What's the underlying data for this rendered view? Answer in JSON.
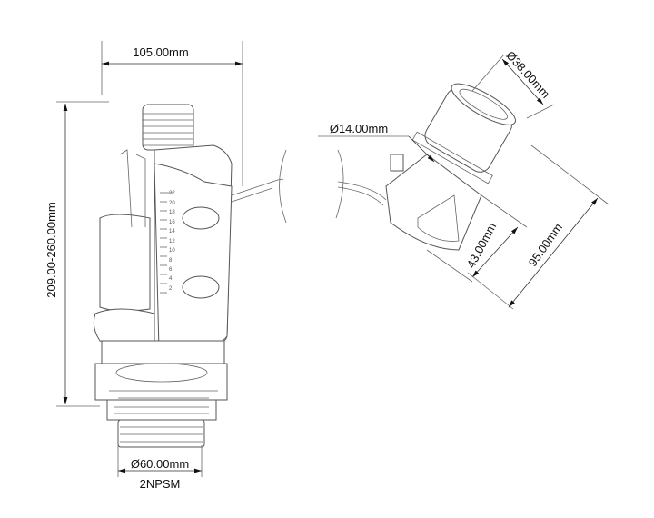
{
  "dimensions": {
    "width": "105.00mm",
    "height": "209.00-260.00mm",
    "base_diameter": "Ø60.00mm",
    "thread": "2NPSM",
    "cable_diameter": "Ø14.00mm",
    "button_diameter": "Ø38.00mm",
    "button_depth": "43.00mm",
    "button_length": "95.00mm"
  },
  "scale_marks": [
    "22",
    "20",
    "18",
    "16",
    "14",
    "12",
    "10",
    "8",
    "6",
    "4",
    "2"
  ]
}
